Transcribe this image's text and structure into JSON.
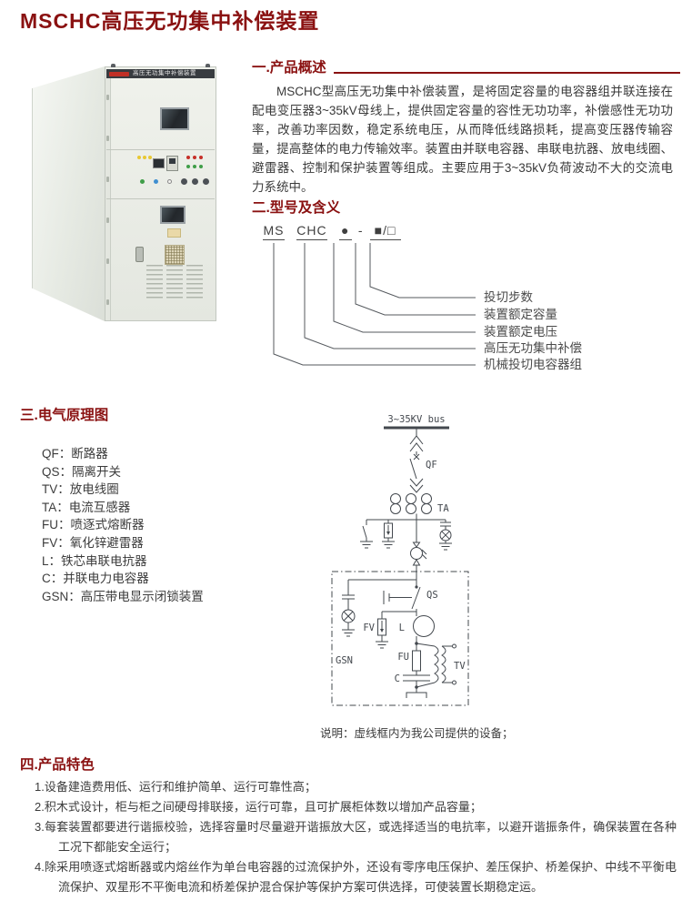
{
  "page": {
    "title": "MSCHC高压无功集中补偿装置"
  },
  "photo": {
    "header_label": "高压无功集中补偿装置"
  },
  "overview": {
    "heading": "一.产品概述",
    "body": "MSCHC型高压无功集中补偿装置，是将固定容量的电容器组并联连接在配电变压器3~35kV母线上，提供固定容量的容性无功功率，补偿感性无功功率，改善功率因数，稳定系统电压，从而降低线路损耗，提高变压器传输容量，提高整体的电力传输效率。装置由并联电容器、串联电抗器、放电线圈、避雷器、控制和保护装置等组成。主要应用于3~35kV负荷波动不大的交流电力系统中。"
  },
  "model": {
    "heading": "二.型号及含义",
    "groups": [
      "MS",
      "CHC",
      "●",
      "-",
      "■/□"
    ],
    "labels": [
      "投切步数",
      "装置额定容量",
      "装置额定电压",
      "高压无功集中补偿",
      "机械投切电容器组"
    ]
  },
  "schematic": {
    "heading": "三.电气原理图",
    "legend": [
      "QF：断路器",
      "QS：隔离开关",
      "TV：放电线圈",
      "TA：电流互感器",
      "FU：喷逐式熔断器",
      "FV：氧化锌避雷器",
      "L：铁芯串联电抗器",
      "C：并联电力电容器",
      "GSN：高压带电显示闭锁装置"
    ],
    "bus_label": "3~35KV bus",
    "labels": {
      "qf": "QF",
      "ta": "TA",
      "qs": "QS",
      "fv": "FV",
      "l": "L",
      "fu": "FU",
      "c": "C",
      "tv": "TV",
      "gsn": "GSN"
    },
    "note": "说明：虚线框内为我公司提供的设备；"
  },
  "features": {
    "heading": "四.产品特色",
    "items": [
      "1.设备建造费用低、运行和维护简单、运行可靠性高；",
      "2.积木式设计，柜与柜之间硬母排联接，运行可靠，且可扩展柜体数以增加产品容量；",
      "3.每套装置都要进行谐振校验，选择容量时尽量避开谐振放大区，或选择适当的电抗率，以避开谐振条件，确保装置在各种工况下都能安全运行；",
      "4.除采用喷逐式熔断器或内熔丝作为单台电容器的过流保护外，还设有零序电压保护、差压保护、桥差保护、中线不平衡电流保护、双星形不平衡电流和桥差保护混合保护等保护方案可供选择，可使装置长期稳定运。"
    ]
  },
  "colors": {
    "accent": "#8a1111",
    "text": "#3a3a3a",
    "diagram": "#43484e"
  }
}
